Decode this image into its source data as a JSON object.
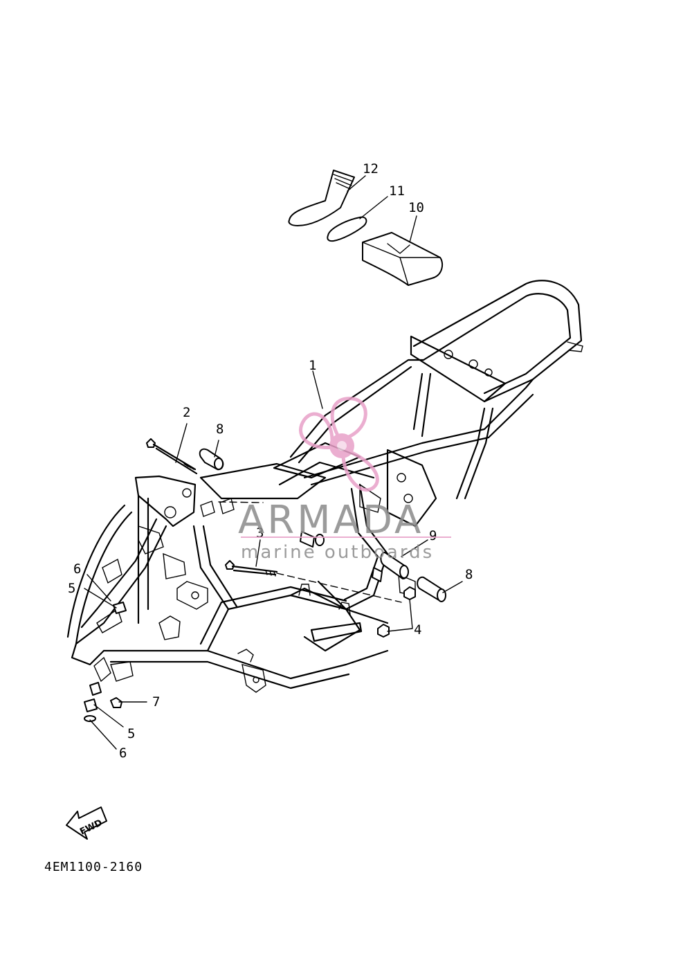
{
  "diagram": {
    "callouts": [
      {
        "id": "c1",
        "label": "1"
      },
      {
        "id": "c2",
        "label": "2"
      },
      {
        "id": "c3",
        "label": "3"
      },
      {
        "id": "c4",
        "label": "4"
      },
      {
        "id": "c5a",
        "label": "5"
      },
      {
        "id": "c5b",
        "label": "5"
      },
      {
        "id": "c6a",
        "label": "6"
      },
      {
        "id": "c6b",
        "label": "6"
      },
      {
        "id": "c7",
        "label": "7"
      },
      {
        "id": "c8a",
        "label": "8"
      },
      {
        "id": "c8b",
        "label": "8"
      },
      {
        "id": "c9",
        "label": "9"
      },
      {
        "id": "c10",
        "label": "10"
      },
      {
        "id": "c11",
        "label": "11"
      },
      {
        "id": "c12",
        "label": "12"
      }
    ],
    "fwd_label": "FWD",
    "drawing_code": "4EM1100-2160"
  },
  "watermark": {
    "brand": "ARMADA",
    "tagline": "marine outboards",
    "accent_color": "#e8a0c8",
    "text_color": "#8a8a8a"
  }
}
